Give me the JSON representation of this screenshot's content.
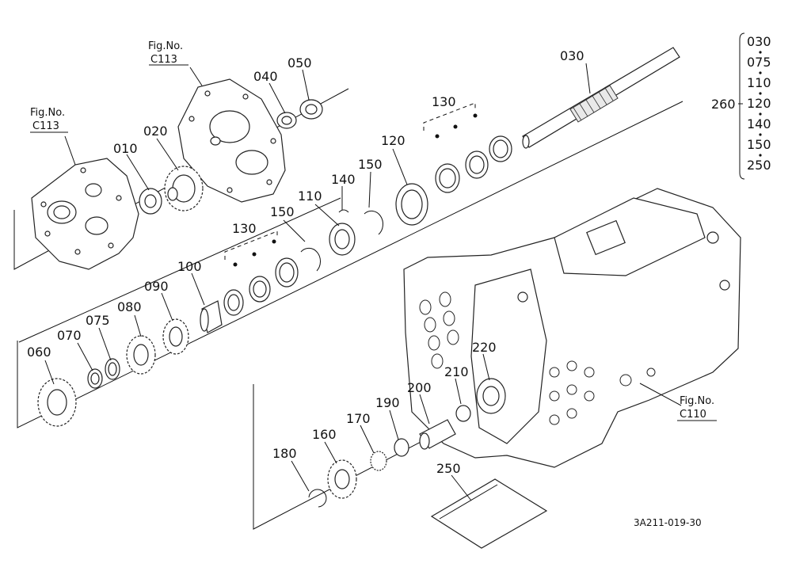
{
  "diagram_id": "3A211-019-30",
  "fig_refs": [
    {
      "line1": "Fig.No.",
      "line2": "C113"
    },
    {
      "line1": "Fig.No.",
      "line2": "C113"
    },
    {
      "line1": "Fig.No.",
      "line2": "C110"
    }
  ],
  "parts": {
    "p010": "010",
    "p020": "020",
    "p030": "030",
    "p040": "040",
    "p050": "050",
    "p060": "060",
    "p070": "070",
    "p075": "075",
    "p080": "080",
    "p090": "090",
    "p100": "100",
    "p110": "110",
    "p120": "120",
    "p130a": "130",
    "p130b": "130",
    "p140": "140",
    "p150a": "150",
    "p150b": "150",
    "p160": "160",
    "p170": "170",
    "p180": "180",
    "p190": "190",
    "p200": "200",
    "p210": "210",
    "p220": "220",
    "p250": "250"
  },
  "kit": {
    "label": "260",
    "items": [
      "030",
      "075",
      "110",
      "120",
      "140",
      "150",
      "250"
    ]
  }
}
